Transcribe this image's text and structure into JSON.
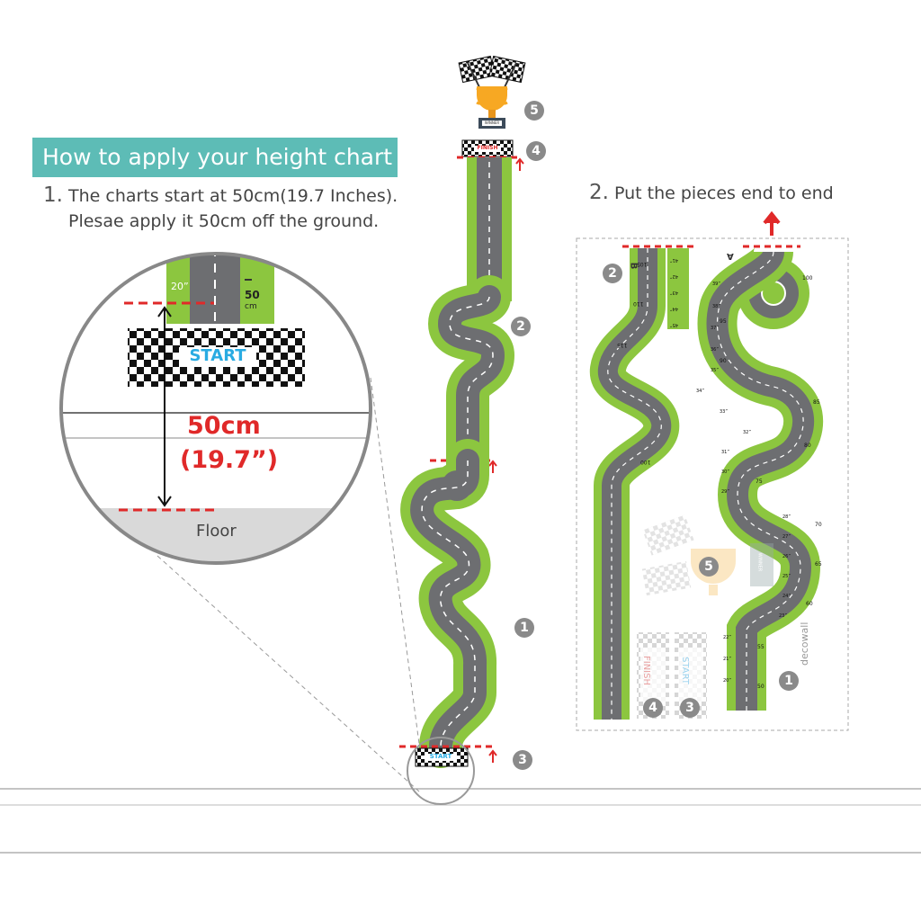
{
  "instructions": {
    "heading": "How to apply your height chart",
    "step1": {
      "number": "1.",
      "line1": "The charts start at 50cm(19.7 Inches).",
      "line2": "Plesae apply it 50cm off the ground."
    },
    "step2": {
      "number": "2.",
      "text": "Put the pieces end to end"
    }
  },
  "zoom_detail": {
    "mark_inches": "20”",
    "mark_cm_value": "50",
    "mark_cm_unit": "cm",
    "start_label": "START",
    "distance_metric": "50cm",
    "distance_imperial": "(19.7”)",
    "floor_label": "Floor"
  },
  "assembled_chart": {
    "piece_numbers": [
      "5",
      "4",
      "2",
      "1",
      "3"
    ],
    "finish_label": "FINISH",
    "start_label": "START",
    "winner_label": "WINNER"
  },
  "sticker_sheet": {
    "joint_labels": [
      "A",
      "B"
    ],
    "piece_numbers": [
      "2",
      "5",
      "4",
      "3",
      "1"
    ],
    "finish_label": "FINISH",
    "start_label": "START",
    "winner_label": "WINNER",
    "brand": "decowall",
    "left_strip_cm": [
      "115",
      "110",
      "105",
      "100"
    ],
    "left_strip_in": [
      "45”",
      "44”",
      "43”",
      "42”",
      "41”"
    ],
    "right_strip_cm": [
      "100",
      "95",
      "90",
      "85",
      "80",
      "75",
      "70",
      "65",
      "60",
      "55",
      "50"
    ],
    "right_strip_in": [
      "39”",
      "38”",
      "37”",
      "36”",
      "35”",
      "34”",
      "33”",
      "32”",
      "31”",
      "30”",
      "29”",
      "28”",
      "27”",
      "26”",
      "25”",
      "24”",
      "23”",
      "22”",
      "21”",
      "20”"
    ]
  },
  "colors": {
    "banner": "#5dbcb6",
    "grass": "#8cc63f",
    "road": "#6d6e71",
    "curb_red": "#e02929",
    "accent_blue": "#29abe2",
    "text": "#444444"
  }
}
